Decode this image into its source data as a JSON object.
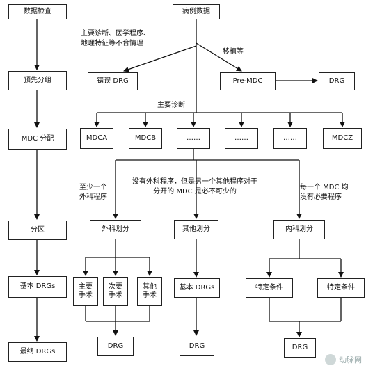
{
  "stages": [
    "数据检查",
    "预先分组",
    "MDC 分配",
    "分区",
    "基本 DRGs",
    "最终 DRGs"
  ],
  "nodes": {
    "case_data": "病例数据",
    "wrong_drg": "错误 DRG",
    "pre_mdc": "Pre-MDC",
    "drg_pre": "DRG",
    "mdca": "MDCA",
    "mdcb": "MDCB",
    "dots1": "……",
    "dots2": "……",
    "dots3": "……",
    "mdcz": "MDCZ",
    "surgical": "外科划分",
    "other": "其他划分",
    "medical": "内科划分",
    "major_surgery": "主要\n手术",
    "minor_surgery": "次要\n手术",
    "other_surgery": "其他\n手术",
    "basic_drg_other": "基本 DRGs",
    "cond1": "特定条件",
    "cond2": "特定条件",
    "drg_surg": "DRG",
    "drg_other": "DRG",
    "drg_med": "DRG"
  },
  "labels": {
    "to_wrong": "主要诊断、医学程序、\n地理特征等不合情理",
    "to_premdc": "移植等",
    "principal_dx": "主要诊断",
    "at_least_one": "至少一个\n外科程序",
    "no_surgery": "没有外科程序，但是另一个其他程序对于\n分开的 MDC 是必不可少的",
    "each_mdc": "每一个 MDC 均\n没有必要程序"
  },
  "watermark": "动脉网"
}
